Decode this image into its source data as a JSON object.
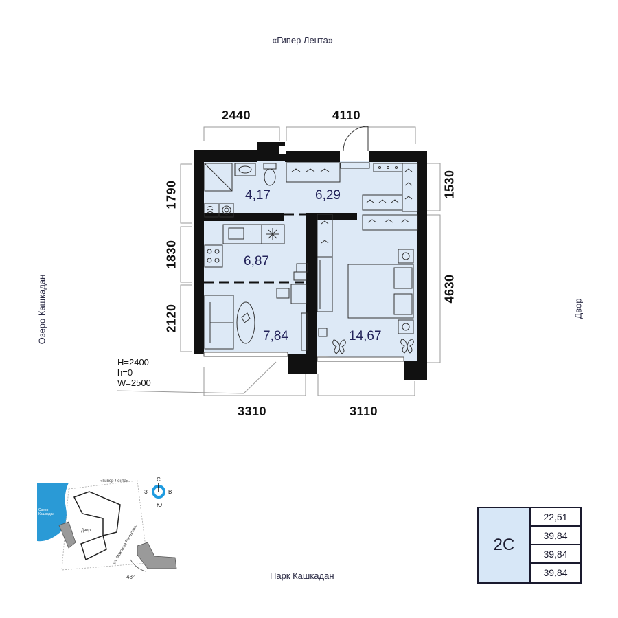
{
  "directions": {
    "top": "«Гипер Лента»",
    "left": "Озеро Кашкадан",
    "right": "Двор",
    "bottom": "Парк Кашкадан"
  },
  "dimensions": {
    "top_left": "2440",
    "top_right": "4110",
    "left_1": "1790",
    "left_2": "1830",
    "left_3": "2120",
    "right_1": "1530",
    "right_2": "4630",
    "bottom_left": "3310",
    "bottom_right": "3110"
  },
  "rooms": {
    "bathroom": "4,17",
    "hall": "6,29",
    "kitchen": "6,87",
    "living": "7,84",
    "bedroom": "14,67"
  },
  "window_info": {
    "H": "H=2400",
    "h": "h=0",
    "W": "W=2500"
  },
  "summary": {
    "type": "2С",
    "values": [
      "22,51",
      "39,84",
      "39,84",
      "39,84"
    ]
  },
  "site_plan": {
    "lake_label": "Озеро Кашкадан",
    "top_label": "«Гипер Лента»",
    "yard_label": "Двор",
    "street_label": "ул. Максима Рыльского",
    "angle_label": "48°",
    "compass": {
      "n": "С",
      "s": "Ю",
      "w": "З",
      "e": "В"
    }
  },
  "colors": {
    "wall": "#111111",
    "floor": "#dde9f6",
    "summary_fill": "#d7e7f7",
    "compass": "#1e9be0",
    "lake": "#2a9ad6"
  }
}
